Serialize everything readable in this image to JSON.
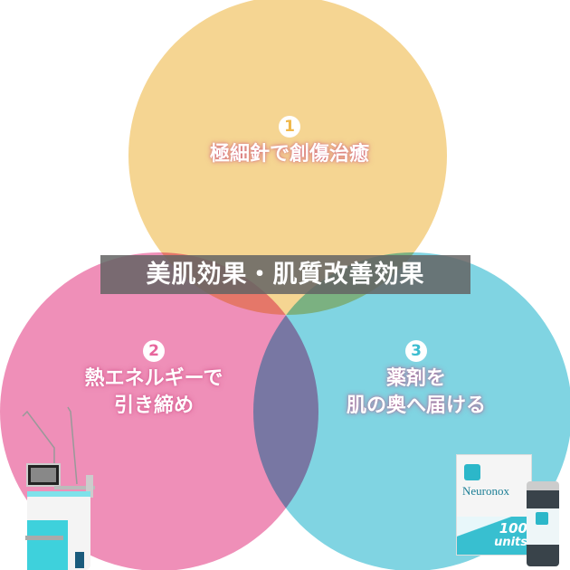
{
  "diagram": {
    "banner": "美肌効果・肌質改善効果",
    "circles": [
      {
        "number": "1",
        "lines": [
          "極細針で創傷治癒"
        ],
        "color": "#f5d592"
      },
      {
        "number": "2",
        "lines": [
          "熱エネルギーで",
          "引き締め"
        ],
        "color": "#ef8fb8"
      },
      {
        "number": "3",
        "lines": [
          "薬剤を",
          "肌の奥へ届ける"
        ],
        "color": "#80d4e2"
      }
    ]
  },
  "product": {
    "brand": "Neuronox",
    "amount": "100",
    "unit": "units"
  }
}
